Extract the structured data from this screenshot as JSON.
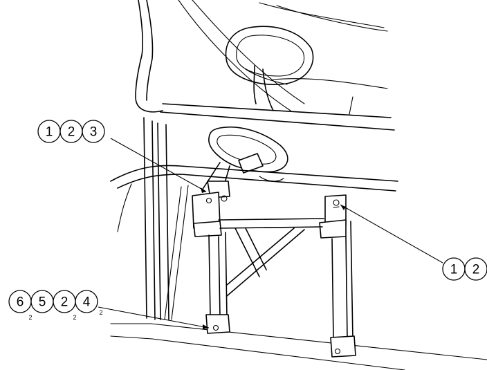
{
  "callouts": {
    "top_left": {
      "numbers": [
        "1",
        "2",
        "3"
      ]
    },
    "right": {
      "numbers": [
        "1",
        "2"
      ]
    },
    "bottom_left": {
      "numbers": [
        "6",
        "5",
        "2",
        "4"
      ],
      "quantities": [
        "2",
        "",
        "2",
        "2"
      ]
    }
  }
}
